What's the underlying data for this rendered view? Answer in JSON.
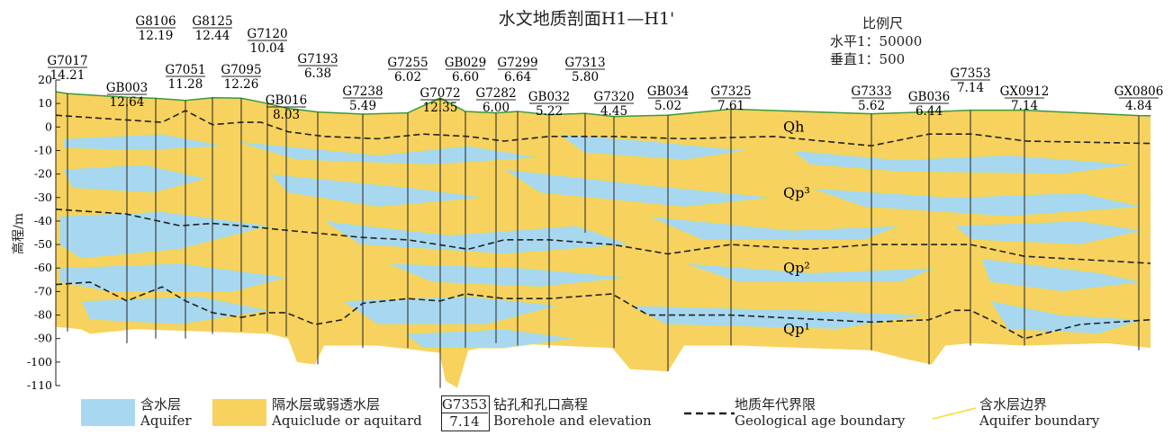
{
  "title": "水文地质剖面H1—H1'",
  "scale": {
    "heading": "比例尺",
    "horizontal": "水平1：50000",
    "vertical": "垂直1：500"
  },
  "y_axis": {
    "label": "高程/m",
    "ticks": [
      20,
      10,
      0,
      -10,
      -20,
      -30,
      -40,
      -50,
      -60,
      -70,
      -80,
      -90,
      -100,
      -110
    ]
  },
  "boreholes": [
    {
      "name": "G7017",
      "elev": "14.21"
    },
    {
      "name": "GB003",
      "elev": "12.64"
    },
    {
      "name": "G8106",
      "elev": "12.19"
    },
    {
      "name": "G7051",
      "elev": "11.28"
    },
    {
      "name": "G8125",
      "elev": "12.44"
    },
    {
      "name": "G7095",
      "elev": "12.26"
    },
    {
      "name": "G7120",
      "elev": "10.04"
    },
    {
      "name": "GB016",
      "elev": "8.03"
    },
    {
      "name": "G7193",
      "elev": "6.38"
    },
    {
      "name": "G7238",
      "elev": "5.49"
    },
    {
      "name": "G7255",
      "elev": "6.02"
    },
    {
      "name": "G7072",
      "elev": "12.35"
    },
    {
      "name": "GB029",
      "elev": "6.60"
    },
    {
      "name": "G7282",
      "elev": "6.00"
    },
    {
      "name": "G7299",
      "elev": "6.64"
    },
    {
      "name": "GB032",
      "elev": "5.22"
    },
    {
      "name": "G7313",
      "elev": "5.80"
    },
    {
      "name": "G7320",
      "elev": "4.45"
    },
    {
      "name": "GB034",
      "elev": "5.02"
    },
    {
      "name": "G7325",
      "elev": "7.61"
    },
    {
      "name": "G7333",
      "elev": "5.62"
    },
    {
      "name": "GB036",
      "elev": "6.44"
    },
    {
      "name": "G7353",
      "elev": "7.14"
    },
    {
      "name": "GX0912",
      "elev": "7.14"
    },
    {
      "name": "GX0806",
      "elev": "4.84"
    }
  ],
  "strata": [
    "Qh",
    "Qp³",
    "Qp²",
    "Qp¹"
  ],
  "colors": {
    "aquifer": "#a8d8f0",
    "aquitard": "#f7d25e",
    "surface_line": "#3a9a3a",
    "aquifer_boundary": "#f0e02a",
    "boundary_line": "#222222"
  },
  "legend": [
    {
      "cn": "含水层",
      "en": "Aquifer"
    },
    {
      "cn": "隔水层或弱透水层",
      "en": "Aquiclude or aquitard"
    },
    {
      "cn": "钻孔和孔口高程",
      "en": "Borehole and elevation",
      "sample_name": "G7353",
      "sample_elev": "7.14"
    },
    {
      "cn": "地质年代界限",
      "en": "Geological age boundary"
    },
    {
      "cn": "含水层边界",
      "en": "Aquifer boundary"
    }
  ]
}
